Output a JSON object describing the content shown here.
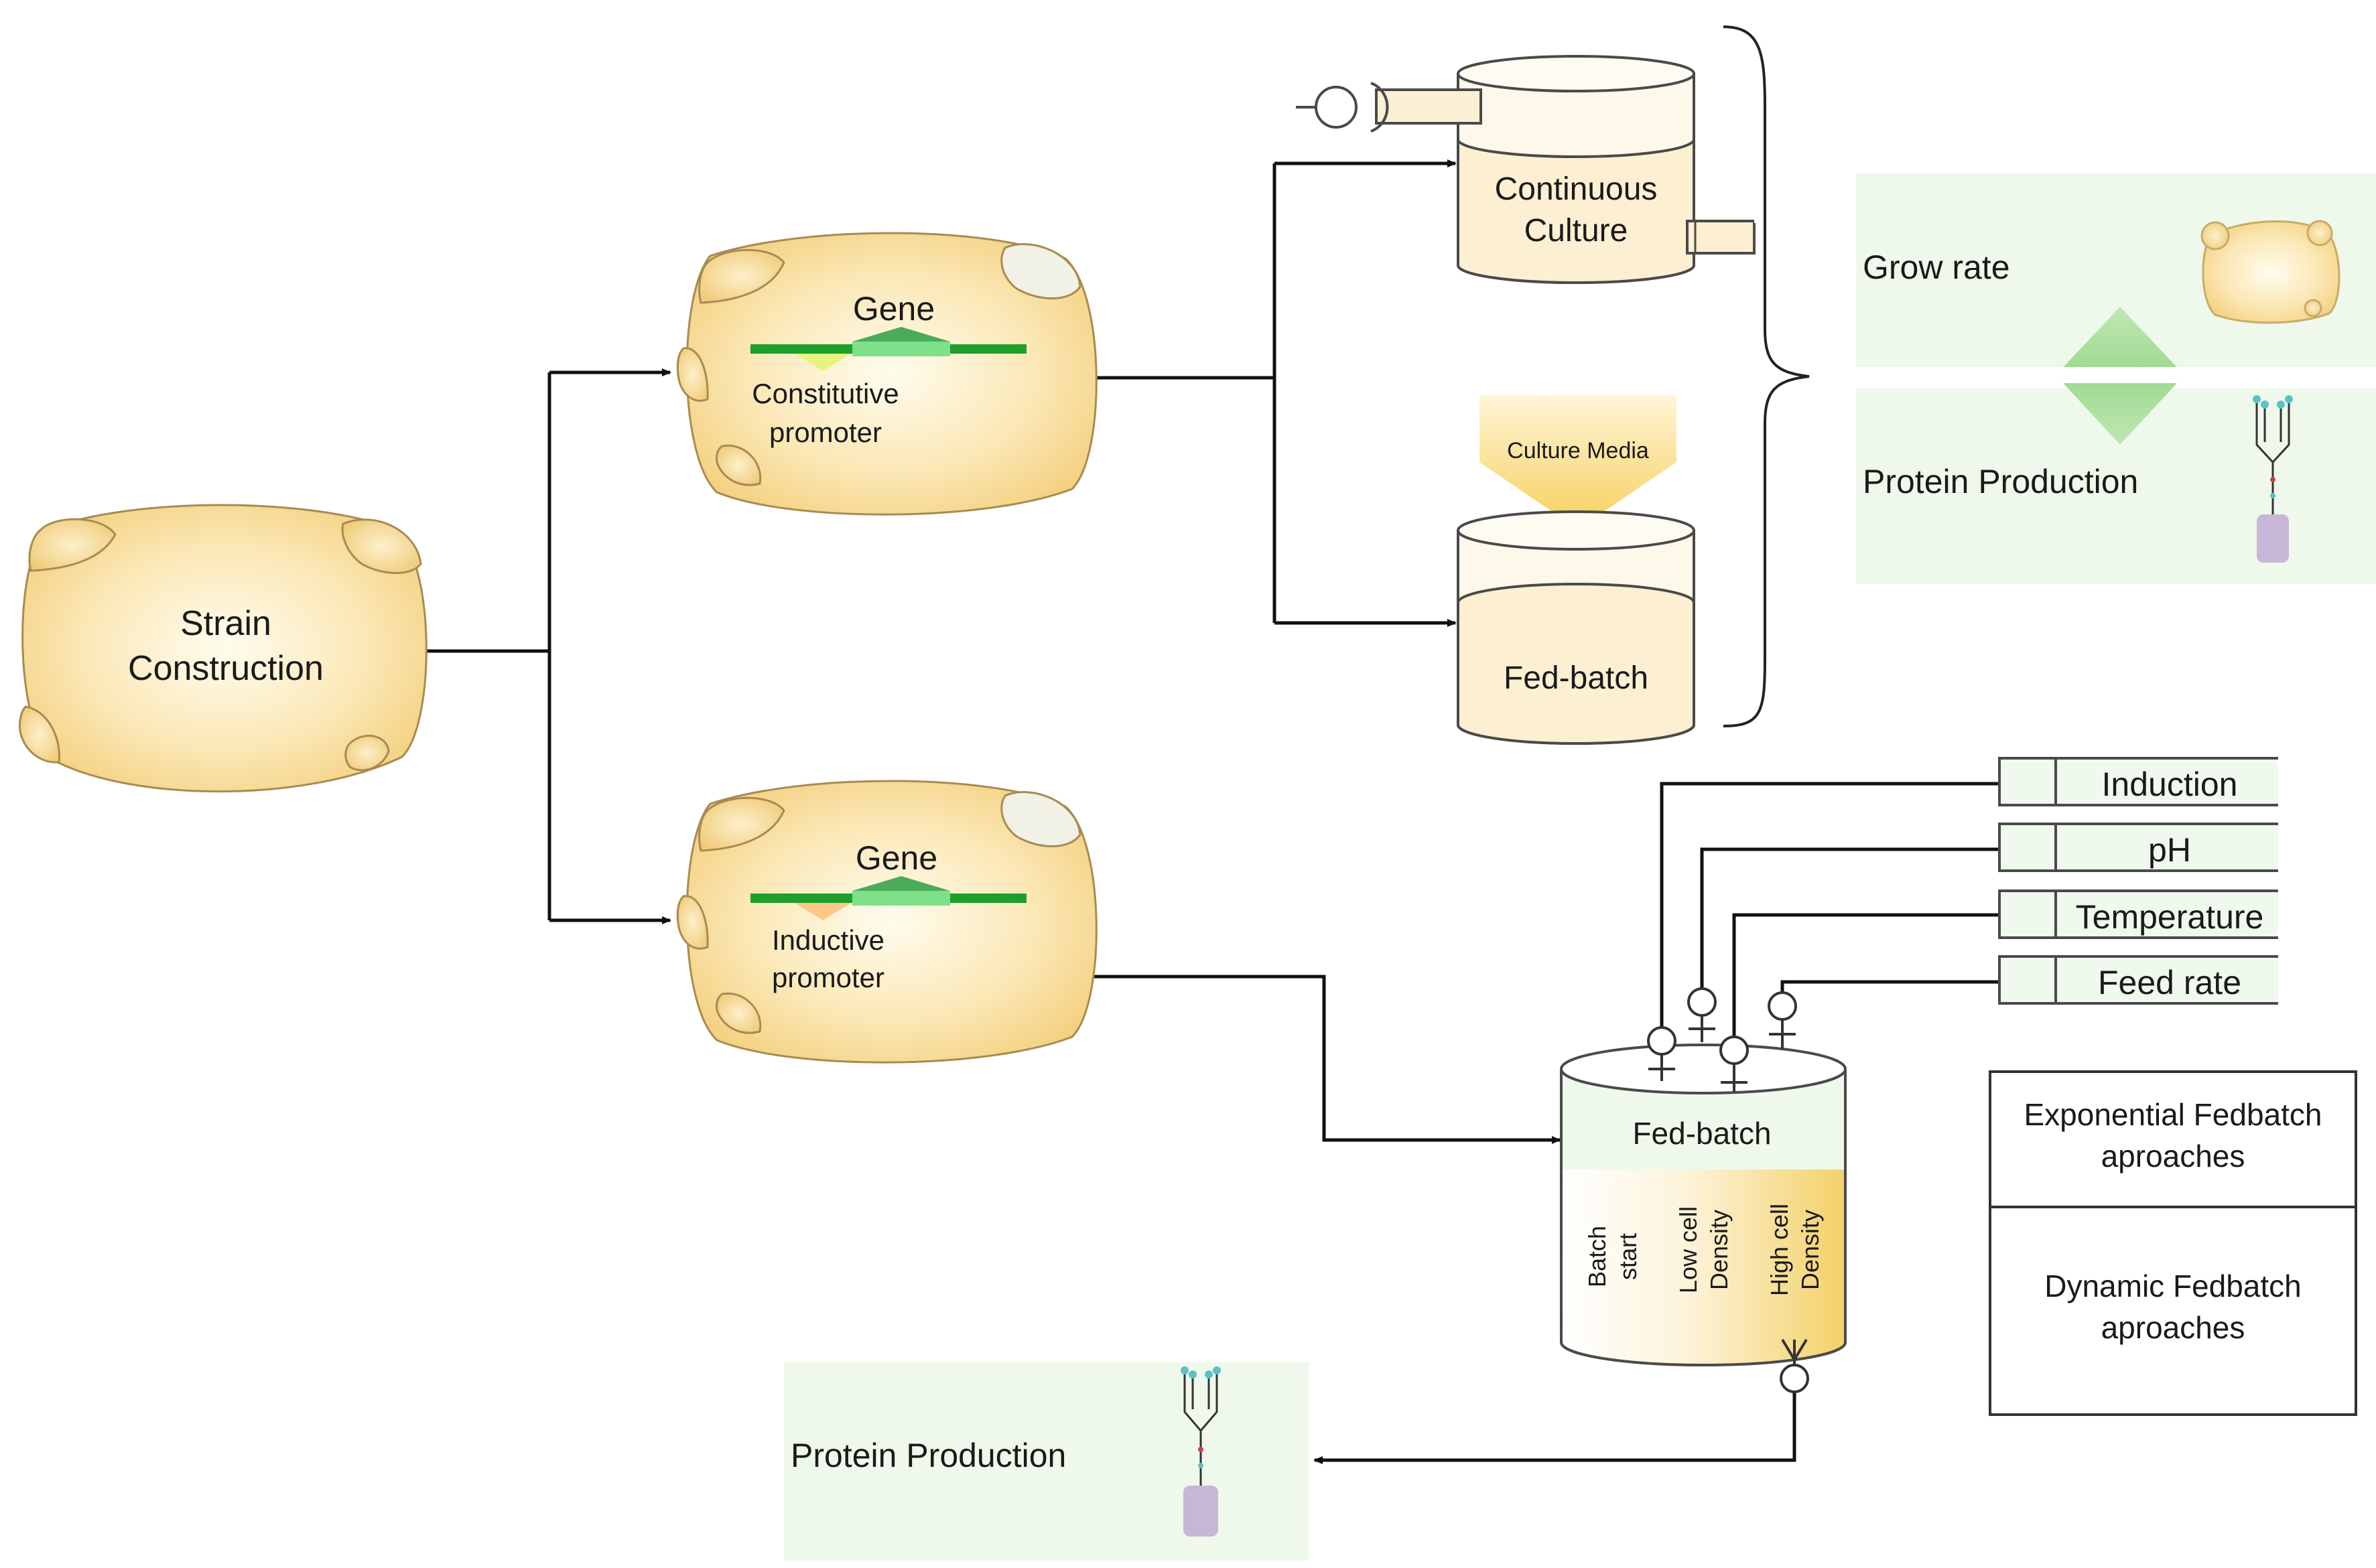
{
  "colors": {
    "cell_fill_center": "#fffbe9",
    "cell_fill_edge": "#f6d88e",
    "cell_stroke": "#a08850",
    "panel_green": "#eef9ec",
    "dna_dark": "#1e9e2a",
    "dna_light": "#7fe08a",
    "constitutive_promoter": "#e2f58a",
    "inductive_promoter": "#ffc88a",
    "reactor_fill": "#fdf0d2",
    "reactor_stroke": "#4a4a4a",
    "arrow": "#111111",
    "protein_tag": "#c8b6d6"
  },
  "strain_construction": {
    "line1": "Strain",
    "line2": "Construction"
  },
  "cell_constitutive": {
    "gene": "Gene",
    "promoter_line1": "Constitutive",
    "promoter_line2": "promoter"
  },
  "cell_inductive": {
    "gene": "Gene",
    "promoter_line1": "Inductive",
    "promoter_line2": "promoter"
  },
  "continuous_culture": {
    "line1": "Continuous",
    "line2": "Culture"
  },
  "culture_media": {
    "label": "Culture Media"
  },
  "fed_batch_top": {
    "label": "Fed-batch"
  },
  "outcome_panel": {
    "grow_rate": "Grow rate",
    "protein_production": "Protein Production"
  },
  "controls": [
    "Induction",
    "pH",
    "Temperature",
    "Feed rate"
  ],
  "fed_batch_bottom": {
    "label": "Fed-batch",
    "phases": [
      {
        "line1": "Batch",
        "line2": "start"
      },
      {
        "line1": "Low cell",
        "line2": "Density"
      },
      {
        "line1": "High cell",
        "line2": "Density"
      }
    ]
  },
  "approaches": {
    "exponential_line1": "Exponential Fedbatch",
    "exponential_line2": "aproaches",
    "dynamic_line1": "Dynamic Fedbatch",
    "dynamic_line2": "aproaches"
  },
  "protein_panel_bottom": {
    "label": "Protein Production"
  }
}
